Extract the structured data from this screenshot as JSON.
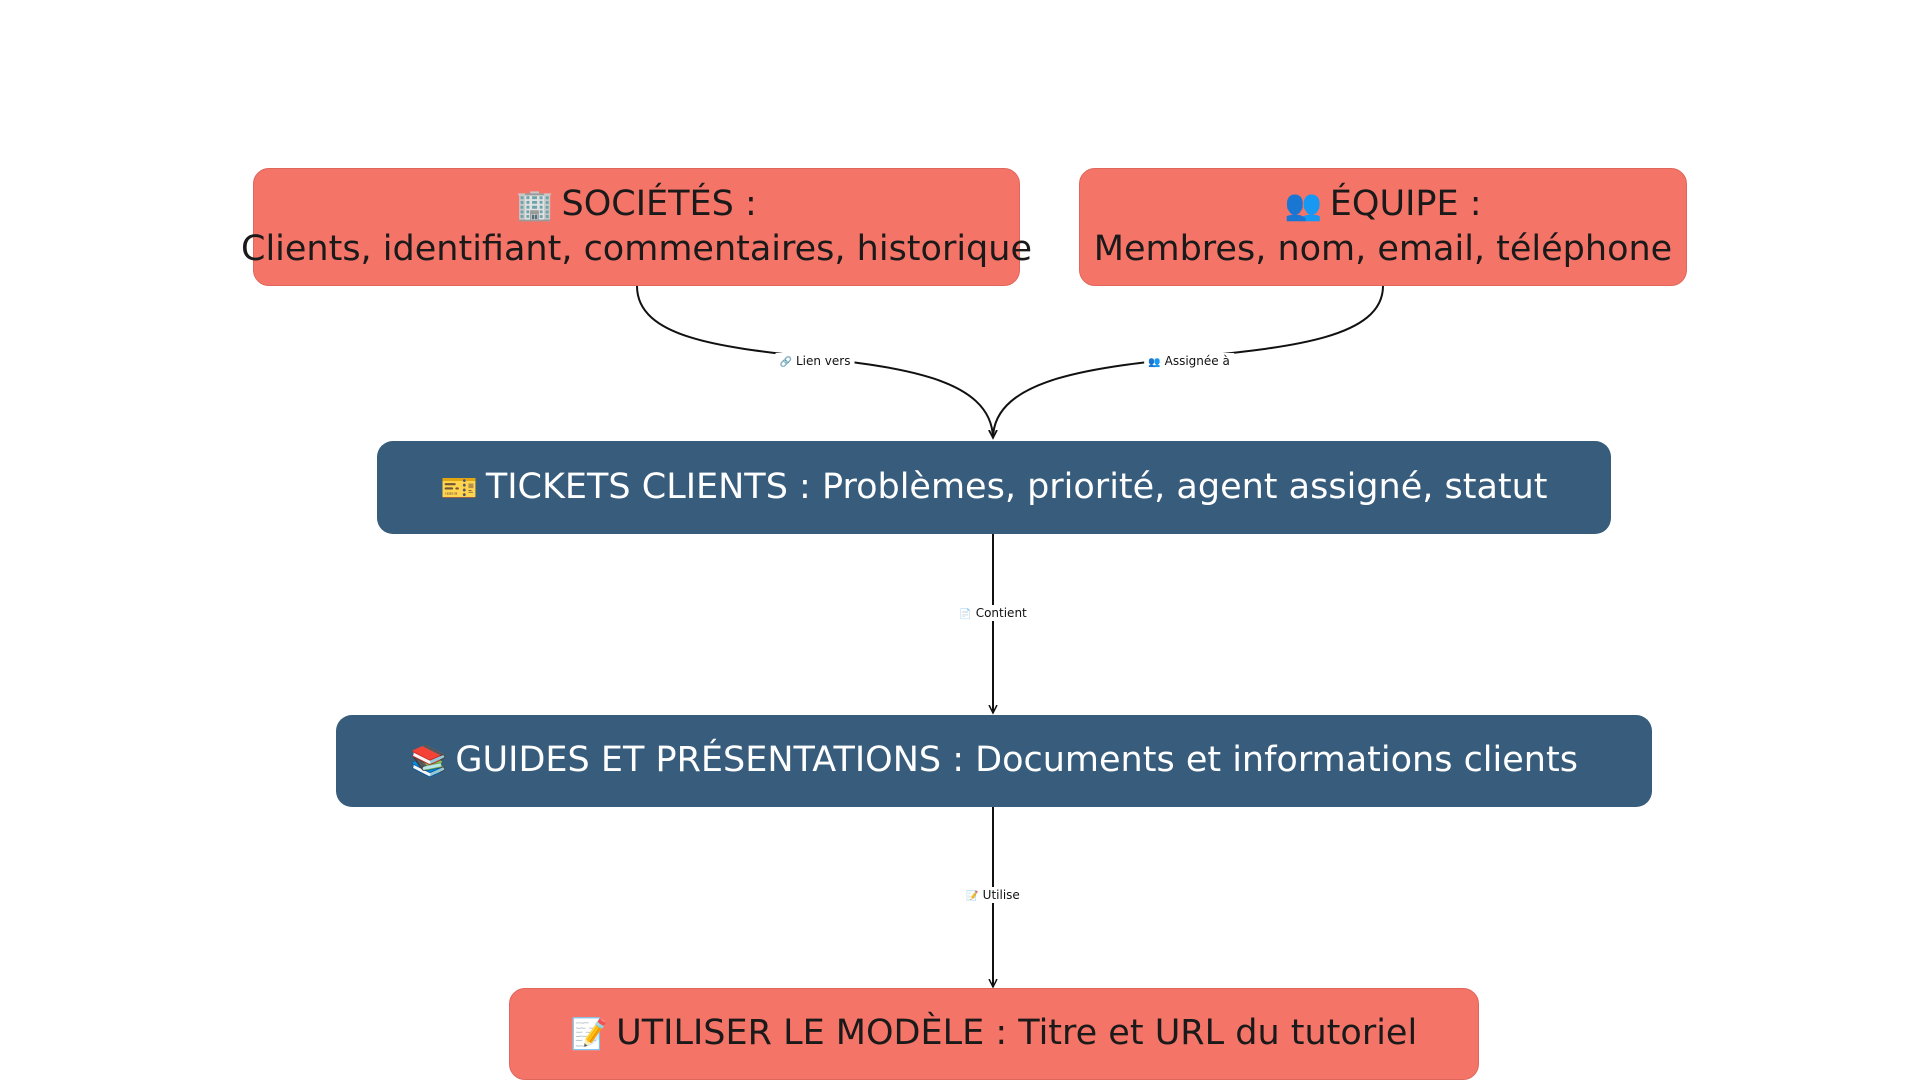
{
  "nodes": {
    "societes": {
      "icon": "🏢",
      "icon_name": "office-building-icon",
      "title": "SOCIÉTÉS :",
      "subtitle": "Clients, identifiant, commentaires, historique",
      "color": "#f47468"
    },
    "equipe": {
      "icon": "👥",
      "icon_name": "people-icon",
      "title": "ÉQUIPE :",
      "subtitle": "Membres, nom, email, téléphone",
      "color": "#f47468"
    },
    "tickets": {
      "icon": "🎫",
      "icon_name": "ticket-icon",
      "text": "TICKETS CLIENTS : Problèmes, priorité, agent assigné, statut",
      "color": "#375c7c"
    },
    "guides": {
      "icon": "📚",
      "icon_name": "books-icon",
      "text": "GUIDES ET PRÉSENTATIONS : Documents et informations clients",
      "color": "#375c7c"
    },
    "modele": {
      "icon": "📝",
      "icon_name": "memo-icon",
      "text": "UTILISER LE MODÈLE : Titre et URL du tutoriel",
      "color": "#f47468"
    }
  },
  "edges": {
    "lien_vers": {
      "icon": "🔗",
      "icon_name": "link-icon",
      "label": "Lien vers"
    },
    "assignee": {
      "icon": "👥",
      "icon_name": "people-icon",
      "label": "Assignée à"
    },
    "contient": {
      "icon": "📄",
      "icon_name": "document-icon",
      "label": "Contient"
    },
    "utilise": {
      "icon": "📝",
      "icon_name": "memo-icon",
      "label": "Utilise"
    }
  }
}
